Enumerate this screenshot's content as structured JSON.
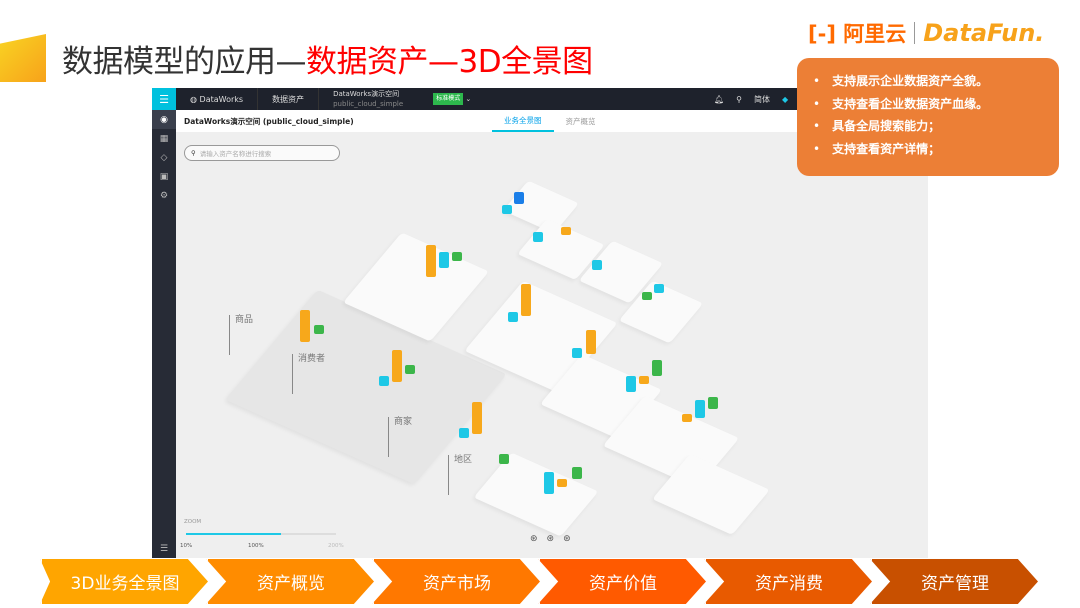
{
  "slide": {
    "title_prefix": "数据模型的应用—",
    "title_highlight": "数据资产—3D全景图"
  },
  "logos": {
    "aliyun": "阿里云",
    "datafun": "DataFun."
  },
  "app": {
    "topnav": {
      "brand": "DataWorks",
      "module": "数据资产",
      "workspace": "DataWorks演示空间",
      "workspace_id": "public_cloud_simple",
      "mode_badge": "标准模式",
      "lang": "简体"
    },
    "subheader": {
      "title": "DataWorks演示空间 (public_cloud_simple)",
      "tabs": [
        {
          "label": "业务全景图",
          "active": true
        },
        {
          "label": "资产概览",
          "active": false
        }
      ]
    },
    "search": {
      "placeholder": "请输入资产名称进行搜索"
    },
    "scene_labels": [
      "商品",
      "消费者",
      "商家",
      "地区"
    ],
    "zoom": {
      "label": "ZOOM",
      "ticks": [
        "10%",
        "100%",
        "200%"
      ],
      "value_percent": 130
    }
  },
  "callout": [
    "支持展示企业数据资产全貌。",
    "支持查看企业数据资产血缘。",
    "具备全局搜索能力；",
    "支持查看资产详情；"
  ],
  "steps": [
    {
      "label": "3D业务全景图",
      "color": "#ffa500"
    },
    {
      "label": "资产概览",
      "color": "#ff8c00"
    },
    {
      "label": "资产市场",
      "color": "#ff7800"
    },
    {
      "label": "资产价值",
      "color": "#ff5a00"
    },
    {
      "label": "资产消费",
      "color": "#e85a00"
    },
    {
      "label": "资产管理",
      "color": "#c85000"
    }
  ]
}
